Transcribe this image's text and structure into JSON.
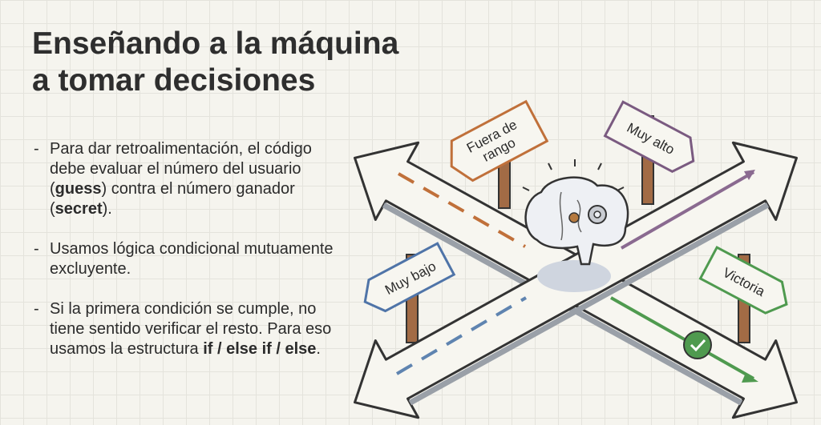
{
  "title": {
    "line1": "Enseñando a la máquina",
    "line2": "a tomar decisiones"
  },
  "bullets": [
    {
      "parts": [
        "Para dar retroalimentación, el código debe evaluar el número del usuario (",
        "guess",
        ") contra el número ganador (",
        "secret",
        ")."
      ]
    },
    {
      "parts": [
        "Usamos lógica condicional mutuamente excluyente."
      ]
    },
    {
      "parts": [
        "Si la primera condición se cumple, no tiene sentido verificar el resto. Para eso usamos la estructura ",
        "if / else if / else",
        "."
      ]
    }
  ],
  "signs": {
    "out_of_range": {
      "line1": "Fuera de",
      "line2": "rango",
      "color": "#c0703a"
    },
    "too_high": {
      "label": "Muy alto",
      "color": "#7a5a80"
    },
    "too_low": {
      "label": "Muy bajo",
      "color": "#4f74a8"
    },
    "victory": {
      "label": "Victoria",
      "color": "#4f9a4f"
    }
  }
}
